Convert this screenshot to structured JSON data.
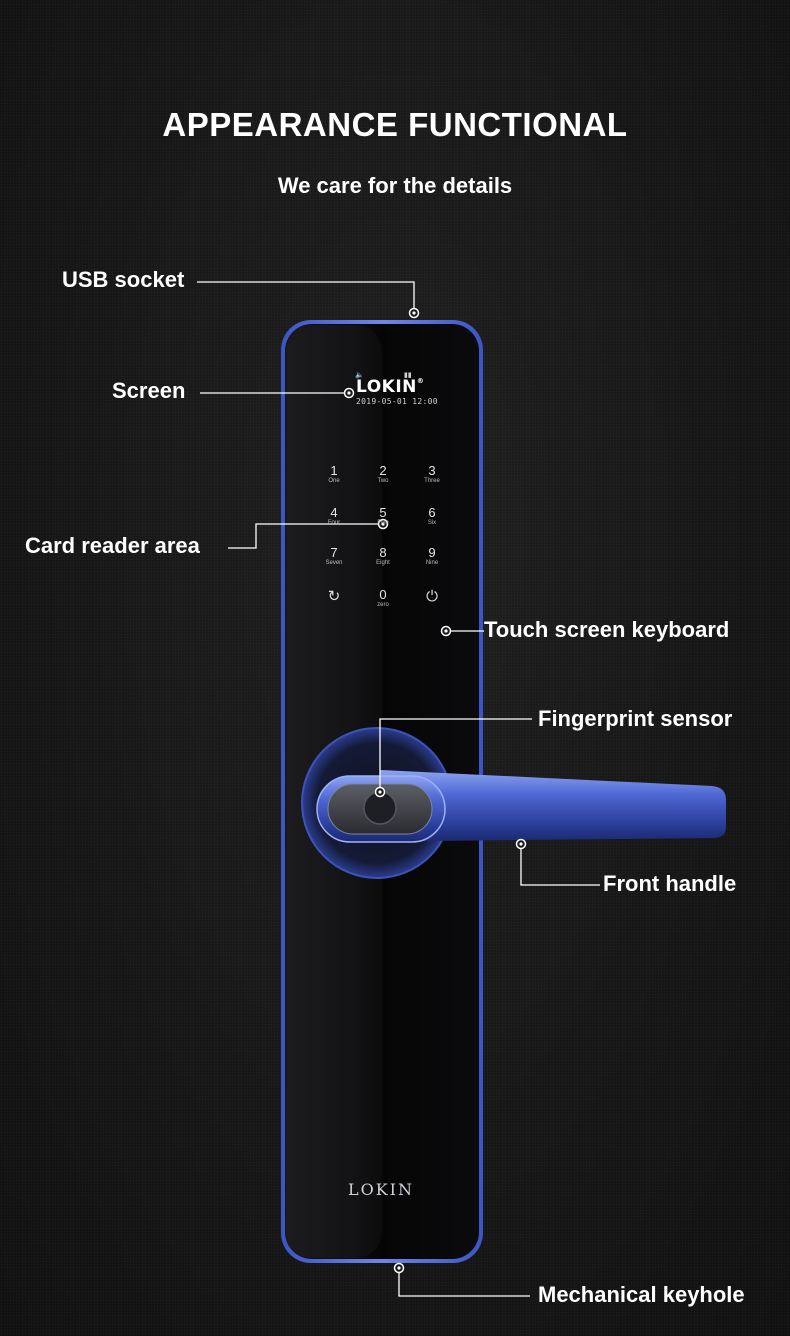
{
  "header": {
    "title": "APPEARANCE FUNCTIONAL",
    "subtitle": "We care for the details"
  },
  "callouts": {
    "usb": "USB socket",
    "screen": "Screen",
    "card_reader": "Card reader area",
    "keyboard": "Touch screen keyboard",
    "fingerprint": "Fingerprint sensor",
    "handle": "Front handle",
    "keyhole": "Mechanical keyhole"
  },
  "lock": {
    "brand": "LOKIN",
    "screen_logo": "LOKIN",
    "screen_logo_mark": "®",
    "screen_datetime": "2019-05-01  12:00",
    "keypad": [
      {
        "num": "1",
        "word": "One"
      },
      {
        "num": "2",
        "word": "Two"
      },
      {
        "num": "3",
        "word": "Three"
      },
      {
        "num": "4",
        "word": "Four"
      },
      {
        "num": "5",
        "word": "Five"
      },
      {
        "num": "6",
        "word": "Six"
      },
      {
        "num": "7",
        "word": "Seven"
      },
      {
        "num": "8",
        "word": "Eight"
      },
      {
        "num": "9",
        "word": "Nine"
      },
      {
        "num": "0",
        "word": "zero"
      }
    ],
    "icons": {
      "back": "refresh-icon",
      "power": "power-icon",
      "speaker": "speaker-icon",
      "battery": "battery-icon"
    }
  },
  "colors": {
    "accent_blue": "#4a64c9",
    "panel_black": "#0b0b0d",
    "background": "#161616"
  }
}
